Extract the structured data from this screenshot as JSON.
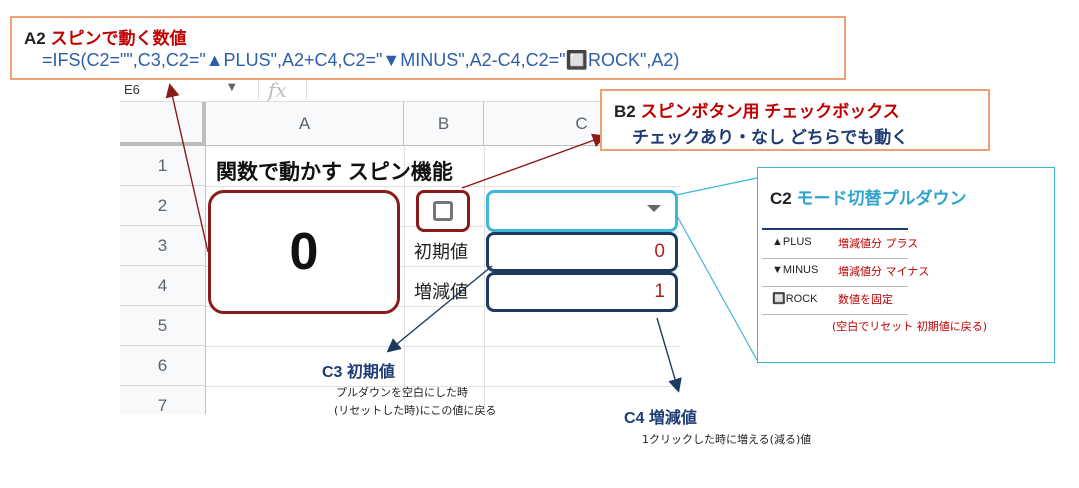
{
  "namebox": {
    "cell": "E6",
    "fx": "fx"
  },
  "columns": [
    "A",
    "B",
    "C"
  ],
  "rows": [
    "1",
    "2",
    "3",
    "4",
    "5",
    "6",
    "7"
  ],
  "sheet": {
    "title": "関数で動かす スピン機能",
    "spin_value": "0",
    "checkbox_checked": false,
    "dropdown_value": "",
    "c3_label": "初期値",
    "c3_value": "0",
    "c4_label": "増減値",
    "c4_value": "1"
  },
  "callouts": {
    "a2": {
      "cell": "A2",
      "title": "スピンで動く数値",
      "formula": "=IFS(C2=\"\",C3,C2=\"▲PLUS\",A2+C4,C2=\"▼MINUS\",A2-C4,C2=\"🔲ROCK\",A2)"
    },
    "b2": {
      "cell": "B2",
      "title": "スピンボタン用 チェックボックス",
      "subtitle": "チェックあり・なし どちらでも動く"
    },
    "c2": {
      "cell": "C2",
      "title": "モード切替プルダウン",
      "modes": [
        {
          "key": "▲PLUS",
          "desc": "増減値分 プラス"
        },
        {
          "key": "▼MINUS",
          "desc": "増減値分 マイナス"
        },
        {
          "key": "🔲ROCK",
          "desc": "数値を固定"
        }
      ],
      "note": "(空白でリセット 初期値に戻る)"
    },
    "c3": {
      "title": "C3 初期値",
      "note1": "プルダウンを空白にした時",
      "note2": "(リセットした時)にこの値に戻る"
    },
    "c4": {
      "title": "C4 増減値",
      "note": "1クリックした時に増える(減る)値"
    }
  },
  "colors": {
    "accent_red": "#8b1a1a",
    "accent_blue": "#3fb5d8",
    "accent_navy": "#1d3a60",
    "label_red": "#c00000"
  }
}
